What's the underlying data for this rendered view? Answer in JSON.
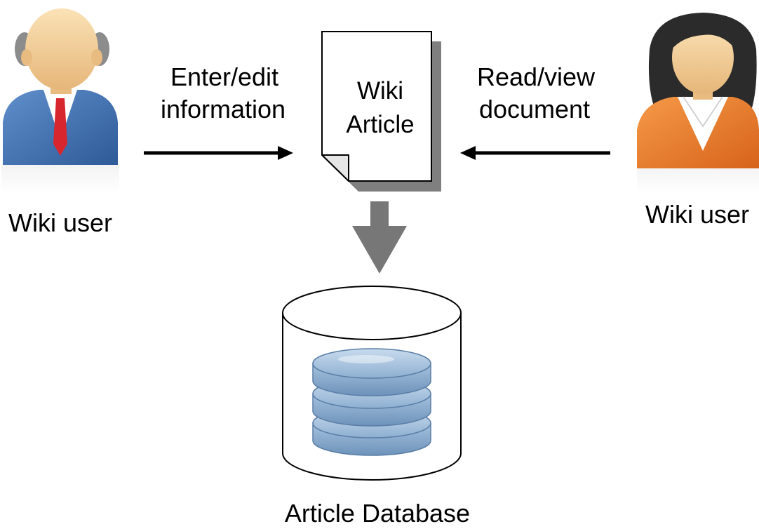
{
  "diagram": {
    "author_user": {
      "label": "Wiki user"
    },
    "reader_user": {
      "label": "Wiki user"
    },
    "edit_flow": {
      "line1": "Enter/edit",
      "line2": "information"
    },
    "read_flow": {
      "line1": "Read/view",
      "line2": "document"
    },
    "article": {
      "line1": "Wiki",
      "line2": "Article"
    },
    "database": {
      "label": "Article Database"
    }
  },
  "colors": {
    "male_suit": "#3f6fb0",
    "male_tie": "#d8262e",
    "female_jacket": "#e8731f",
    "down_arrow": "#777777",
    "db_disk": "#8fb0d0"
  },
  "icons": [
    "male-user-icon",
    "female-user-icon",
    "document-icon",
    "cylinder-icon",
    "database-stack-icon"
  ]
}
